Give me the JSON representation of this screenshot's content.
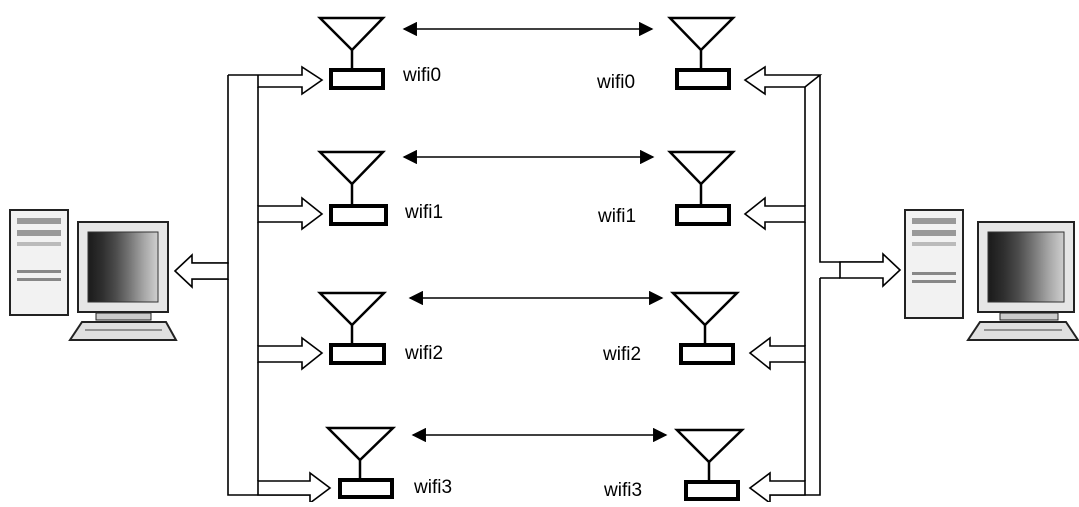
{
  "diagram": {
    "left_interfaces": [
      {
        "label": "wifi0"
      },
      {
        "label": "wifi1"
      },
      {
        "label": "wifi2"
      },
      {
        "label": "wifi3"
      }
    ],
    "right_interfaces": [
      {
        "label": "wifi0"
      },
      {
        "label": "wifi1"
      },
      {
        "label": "wifi2"
      },
      {
        "label": "wifi3"
      }
    ]
  }
}
